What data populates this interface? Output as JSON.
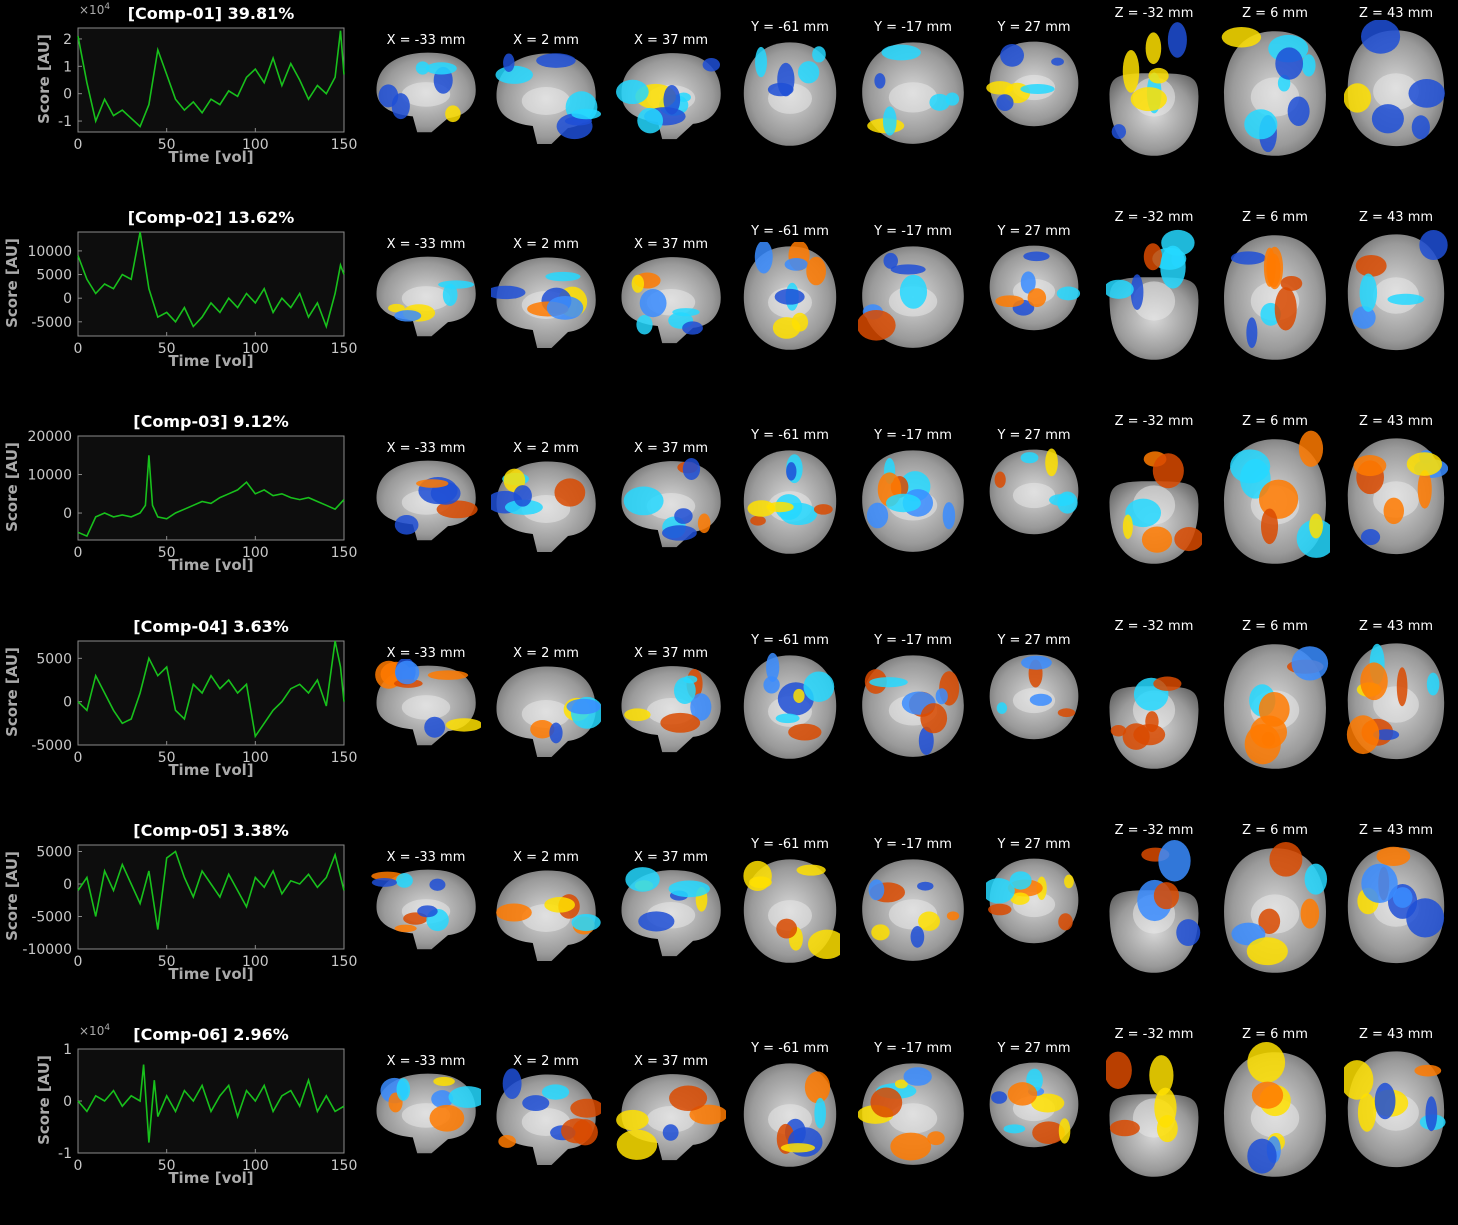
{
  "colors": {
    "trace": "#18c01c",
    "axes_bg": "#0d0d0d",
    "axis": "#8a8a8a",
    "tick_text": "#c8c8c8",
    "pos_low": "#d94a00",
    "pos_high": "#ffe000",
    "neg_low": "#1e4fd6",
    "neg_high": "#24d8ff"
  },
  "slice_labels": [
    "X = -33 mm",
    "X = 2 mm",
    "X = 37 mm",
    "Y = -61 mm",
    "Y = -17 mm",
    "Y = 27 mm",
    "Z = -32 mm",
    "Z = 6 mm",
    "Z = 43 mm"
  ],
  "chart_data": [
    {
      "type": "line",
      "title": "[Comp-01] 39.81%",
      "xlabel": "Time [vol]",
      "ylabel": "Score [AU]",
      "xlim": [
        0,
        150
      ],
      "ylim": [
        -1.4,
        2.4
      ],
      "xticks": [
        "0",
        "50",
        "100",
        "150"
      ],
      "yticks": [
        "2",
        "1",
        "0",
        "-1"
      ],
      "ytick_values": [
        2,
        1,
        0,
        -1
      ],
      "sci_exponent": "4",
      "series": [
        {
          "x": [
            0,
            5,
            10,
            15,
            20,
            25,
            30,
            35,
            40,
            45,
            50,
            55,
            60,
            65,
            70,
            75,
            80,
            85,
            90,
            95,
            100,
            105,
            110,
            115,
            120,
            125,
            130,
            135,
            140,
            145,
            148,
            150
          ],
          "y": [
            2.1,
            0.4,
            -1.0,
            -0.2,
            -0.8,
            -0.6,
            -0.9,
            -1.2,
            -0.4,
            1.6,
            0.7,
            -0.2,
            -0.6,
            -0.3,
            -0.7,
            -0.2,
            -0.4,
            0.1,
            -0.1,
            0.6,
            0.9,
            0.4,
            1.3,
            0.3,
            1.1,
            0.5,
            -0.2,
            0.3,
            0.0,
            0.6,
            2.3,
            0.7
          ]
        }
      ]
    },
    {
      "type": "line",
      "title": "[Comp-02] 13.62%",
      "xlabel": "Time [vol]",
      "ylabel": "Score [AU]",
      "xlim": [
        0,
        150
      ],
      "ylim": [
        -8000,
        14000
      ],
      "xticks": [
        "0",
        "50",
        "100",
        "150"
      ],
      "yticks": [
        "10000",
        "5000",
        "0",
        "-5000"
      ],
      "ytick_values": [
        10000,
        5000,
        0,
        -5000
      ],
      "series": [
        {
          "x": [
            0,
            5,
            10,
            15,
            20,
            25,
            30,
            35,
            40,
            45,
            50,
            55,
            60,
            65,
            70,
            75,
            80,
            85,
            90,
            95,
            100,
            105,
            110,
            115,
            120,
            125,
            130,
            135,
            140,
            145,
            148,
            150
          ],
          "y": [
            9000,
            4000,
            1000,
            3000,
            2000,
            5000,
            4000,
            14000,
            2000,
            -4000,
            -3000,
            -5000,
            -2000,
            -6000,
            -4000,
            -1000,
            -3000,
            0,
            -2000,
            1000,
            -1000,
            2000,
            -3000,
            0,
            -2000,
            1000,
            -4000,
            -1000,
            -6000,
            1000,
            7000,
            5000
          ]
        }
      ]
    },
    {
      "type": "line",
      "title": "[Comp-03] 9.12%",
      "xlabel": "Time [vol]",
      "ylabel": "Score [AU]",
      "xlim": [
        0,
        150
      ],
      "ylim": [
        -7000,
        20000
      ],
      "xticks": [
        "0",
        "50",
        "100",
        "150"
      ],
      "yticks": [
        "20000",
        "10000",
        "0"
      ],
      "ytick_values": [
        20000,
        10000,
        0
      ],
      "series": [
        {
          "x": [
            0,
            5,
            10,
            15,
            20,
            25,
            30,
            35,
            38,
            40,
            42,
            45,
            50,
            55,
            60,
            65,
            70,
            75,
            80,
            85,
            90,
            95,
            100,
            105,
            110,
            115,
            120,
            125,
            130,
            135,
            140,
            145,
            150
          ],
          "y": [
            -5000,
            -6000,
            -1000,
            0,
            -1000,
            -500,
            -1000,
            0,
            2000,
            15000,
            2000,
            -1000,
            -1500,
            0,
            1000,
            2000,
            3000,
            2500,
            4000,
            5000,
            6000,
            8000,
            5000,
            6000,
            4500,
            5000,
            4000,
            3500,
            4000,
            3000,
            2000,
            1000,
            3500
          ]
        }
      ]
    },
    {
      "type": "line",
      "title": "[Comp-04] 3.63%",
      "xlabel": "Time [vol]",
      "ylabel": "Score [AU]",
      "xlim": [
        0,
        150
      ],
      "ylim": [
        -5000,
        7000
      ],
      "xticks": [
        "0",
        "50",
        "100",
        "150"
      ],
      "yticks": [
        "5000",
        "0",
        "-5000"
      ],
      "ytick_values": [
        5000,
        0,
        -5000
      ],
      "series": [
        {
          "x": [
            0,
            5,
            10,
            15,
            20,
            25,
            30,
            35,
            40,
            45,
            50,
            55,
            60,
            65,
            70,
            75,
            80,
            85,
            90,
            95,
            100,
            105,
            110,
            115,
            120,
            125,
            130,
            135,
            140,
            145,
            148,
            150
          ],
          "y": [
            0,
            -1000,
            3000,
            1000,
            -1000,
            -2500,
            -2000,
            1000,
            5000,
            3000,
            4000,
            -1000,
            -2000,
            2000,
            1000,
            3000,
            1500,
            2500,
            1000,
            2000,
            -4000,
            -2500,
            -1000,
            0,
            1500,
            2000,
            1000,
            2500,
            -500,
            7000,
            4000,
            0
          ]
        }
      ]
    },
    {
      "type": "line",
      "title": "[Comp-05] 3.38%",
      "xlabel": "Time [vol]",
      "ylabel": "Score [AU]",
      "xlim": [
        0,
        150
      ],
      "ylim": [
        -10000,
        6000
      ],
      "xticks": [
        "0",
        "50",
        "100",
        "150"
      ],
      "yticks": [
        "5000",
        "0",
        "-5000",
        "-10000"
      ],
      "ytick_values": [
        5000,
        0,
        -5000,
        -10000
      ],
      "series": [
        {
          "x": [
            0,
            5,
            10,
            15,
            20,
            25,
            30,
            35,
            40,
            45,
            50,
            55,
            60,
            65,
            70,
            75,
            80,
            85,
            90,
            95,
            100,
            105,
            110,
            115,
            120,
            125,
            130,
            135,
            140,
            145,
            150
          ],
          "y": [
            -1000,
            1000,
            -5000,
            2000,
            -1000,
            3000,
            0,
            -3000,
            2000,
            -7000,
            4000,
            5000,
            1000,
            -2000,
            2000,
            0,
            -2000,
            1500,
            -1000,
            -3500,
            1000,
            -500,
            2000,
            -1500,
            500,
            0,
            1500,
            -500,
            1000,
            4500,
            -1000
          ]
        }
      ]
    },
    {
      "type": "line",
      "title": "[Comp-06] 2.96%",
      "xlabel": "Time [vol]",
      "ylabel": "Score [AU]",
      "xlim": [
        0,
        150
      ],
      "ylim": [
        -1.0,
        1.0
      ],
      "xticks": [
        "0",
        "50",
        "100",
        "150"
      ],
      "yticks": [
        "1",
        "0",
        "-1"
      ],
      "ytick_values": [
        1,
        0,
        -1
      ],
      "sci_exponent": "4",
      "series": [
        {
          "x": [
            0,
            5,
            10,
            15,
            20,
            25,
            30,
            35,
            37,
            40,
            43,
            45,
            50,
            55,
            60,
            65,
            70,
            75,
            80,
            85,
            90,
            95,
            100,
            105,
            110,
            115,
            120,
            125,
            130,
            135,
            140,
            145,
            150
          ],
          "y": [
            0.0,
            -0.2,
            0.1,
            0.0,
            0.2,
            -0.1,
            0.1,
            0.0,
            0.7,
            -0.8,
            0.4,
            -0.3,
            0.1,
            -0.2,
            0.2,
            0.0,
            0.3,
            -0.2,
            0.1,
            0.3,
            -0.3,
            0.2,
            0.0,
            0.3,
            -0.2,
            0.1,
            0.2,
            -0.1,
            0.4,
            -0.2,
            0.1,
            -0.2,
            -0.1
          ]
        }
      ]
    }
  ]
}
